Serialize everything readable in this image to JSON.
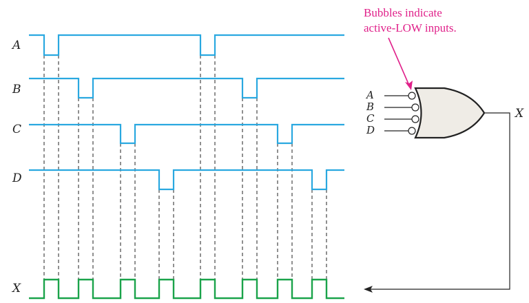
{
  "colors": {
    "input_wave": "#29a8e0",
    "output_wave": "#1aa34a",
    "guide": "#222222",
    "annotation": "#e0218a",
    "gate_fill": "#efece6",
    "gate_stroke": "#222222"
  },
  "timing": {
    "signals": [
      {
        "name": "A",
        "label": "A",
        "low_pulses": [
          1,
          5
        ]
      },
      {
        "name": "B",
        "label": "B",
        "low_pulses": [
          2,
          6
        ]
      },
      {
        "name": "C",
        "label": "C",
        "low_pulses": [
          3,
          7
        ]
      },
      {
        "name": "D",
        "label": "D",
        "low_pulses": [
          4,
          8
        ]
      }
    ],
    "output": {
      "name": "X",
      "label": "X",
      "high_pulses": [
        1,
        2,
        3,
        4,
        5,
        6,
        7,
        8
      ]
    }
  },
  "gate": {
    "type": "OR",
    "inputs": [
      "A",
      "B",
      "C",
      "D"
    ],
    "output_label": "X",
    "inverted_inputs": true
  },
  "annotation": {
    "line1": "Bubbles indicate",
    "line2": "active-LOW inputs."
  }
}
